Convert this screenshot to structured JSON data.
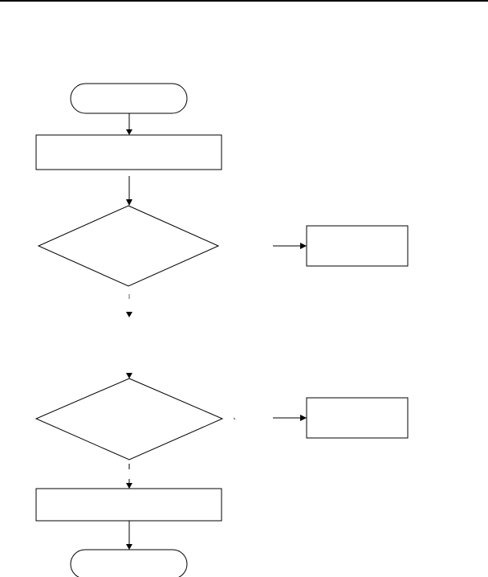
{
  "diagram": {
    "type": "flowchart",
    "nodes": [
      {
        "id": "start",
        "shape": "terminator",
        "label": ""
      },
      {
        "id": "process-1",
        "shape": "process",
        "label": ""
      },
      {
        "id": "decision-1",
        "shape": "decision",
        "label": ""
      },
      {
        "id": "side-box-1",
        "shape": "process",
        "label": ""
      },
      {
        "id": "decision-2",
        "shape": "decision",
        "label": ""
      },
      {
        "id": "side-box-2",
        "shape": "process",
        "label": ""
      },
      {
        "id": "process-2",
        "shape": "process",
        "label": ""
      },
      {
        "id": "end",
        "shape": "terminator",
        "label": ""
      }
    ],
    "edges": [
      {
        "from": "start",
        "to": "process-1"
      },
      {
        "from": "process-1",
        "to": "decision-1"
      },
      {
        "from": "decision-1",
        "to": "side-box-1"
      },
      {
        "from": "decision-1",
        "to": "decision-2"
      },
      {
        "from": "decision-2",
        "to": "side-box-2"
      },
      {
        "from": "decision-2",
        "to": "process-2"
      },
      {
        "from": "process-2",
        "to": "end"
      }
    ]
  },
  "colors": {
    "stroke": "#000000",
    "background": "#ffffff"
  }
}
